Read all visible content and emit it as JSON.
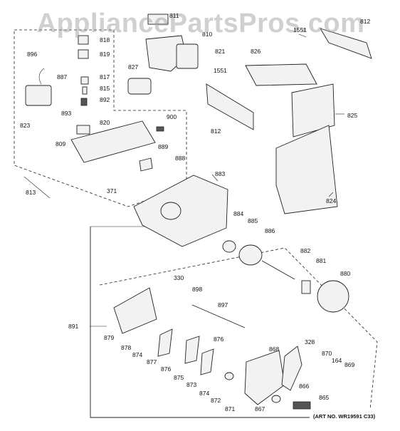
{
  "watermark": "AppliancePartsPros.com",
  "art_number": "(ART NO. WR19591 C33)",
  "callouts": {
    "c811": "811",
    "c812a": "812",
    "c1551a": "1551",
    "c818": "818",
    "c810": "810",
    "c896": "896",
    "c819": "819",
    "c821": "821",
    "c826": "826",
    "c887": "887",
    "c817": "817",
    "c827": "827",
    "c1551b": "1551",
    "c815": "815",
    "c893": "893",
    "c892": "892",
    "c823": "823",
    "c820": "820",
    "c900": "900",
    "c812b": "812",
    "c825": "825",
    "c809": "809",
    "c889": "889",
    "c888": "888",
    "c813": "813",
    "c371": "371",
    "c883": "883",
    "c884": "884",
    "c885": "885",
    "c886": "886",
    "c824": "824",
    "c882": "882",
    "c881": "881",
    "c880": "880",
    "c330": "330",
    "c898": "898",
    "c897": "897",
    "c891": "891",
    "c879": "879",
    "c878": "878",
    "c874a": "874",
    "c877": "877",
    "c876a": "876",
    "c876b": "876",
    "c875": "875",
    "c873": "873",
    "c874b": "874",
    "c872": "872",
    "c871": "871",
    "c868": "868",
    "c328": "328",
    "c870": "870",
    "c164": "164",
    "c869": "869",
    "c866": "866",
    "c867": "867",
    "c865": "865"
  }
}
